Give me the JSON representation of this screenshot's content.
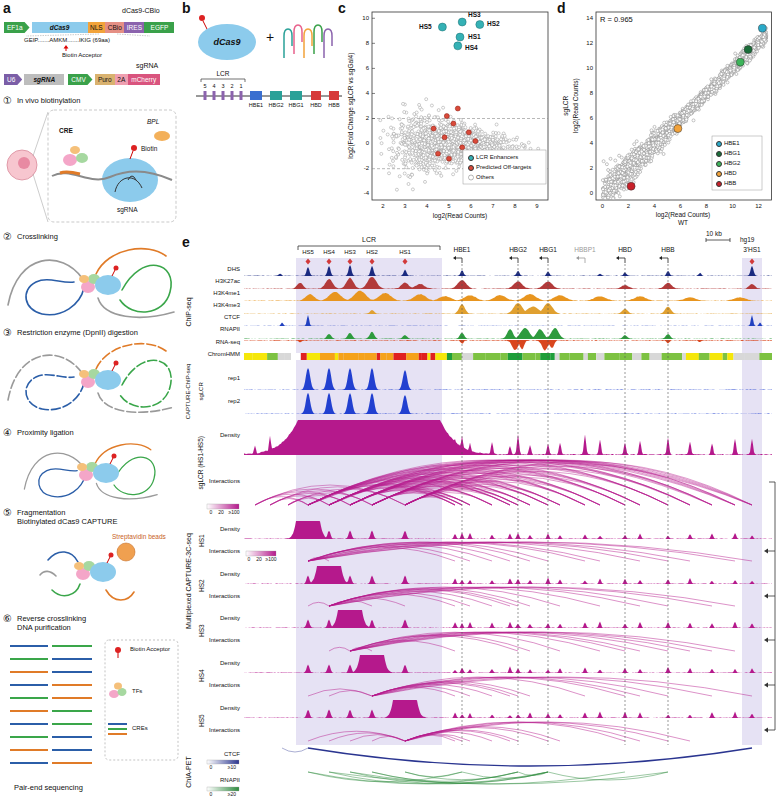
{
  "diagram": {
    "nodes": [
      {
        "text": [
          "EF1a"
        ]
      },
      {
        "text": [
          "dCas9"
        ]
      },
      {
        "text": [
          "NLS"
        ]
      },
      {
        "text": [
          "CBio"
        ]
      },
      {
        "text": [
          "IRES"
        ]
      },
      {
        "text": [
          "EGFP"
        ]
      },
      {
        "text": [
          "U6"
        ]
      },
      {
        "text": [
          "sgRNA"
        ]
      },
      {
        "text": [
          "CMV"
        ]
      },
      {
        "text": [
          "Puro"
        ]
      },
      {
        "text": [
          "2A"
        ]
      },
      {
        "text": [
          "mCherry"
        ]
      },
      {
        "text": [
          "dCas9"
        ]
      }
    ],
    "labels": [
      "a",
      "dCas9-CBio",
      "GEIP.......AMKM.......IKIG (69aa)",
      "Biotin Acceptor",
      "sgRNA",
      "①",
      "In vivo biotinylation",
      "CRE",
      "BPL",
      "Biotin",
      "sgRNA",
      "②",
      "Crosslinking",
      "③",
      "Restriction enzyme (DpnII) digestion",
      "④",
      "Proximity ligation",
      "⑤",
      "Fragmentation",
      "Biotinylated dCas9 CAPTURE",
      "Streptavidin beads",
      "⑥",
      "Reverse crosslinking",
      "DNA purification",
      "Pair-end sequencing",
      "b",
      "+",
      "LCR",
      "5",
      "4",
      "3",
      "2",
      "1",
      "HBE1",
      "HBG2",
      "HBG1",
      "HBD",
      "HBB",
      "c",
      "log2(Fold Change sgLCR vs sgGal4)",
      "10",
      "8",
      "6",
      "4",
      "2",
      "0",
      "-2",
      "-4",
      "2",
      "3",
      "4",
      "5",
      "6",
      "7",
      "8",
      "9",
      "log2(Read Counts)",
      "HS5",
      "HS3",
      "HS2",
      "HS1",
      "HS4",
      "d",
      "R = 0.965",
      "sgLCR",
      "log2(Read Counts)",
      "0",
      "2",
      "4",
      "6",
      "8",
      "10",
      "12",
      "14",
      "0",
      "2",
      "4",
      "6",
      "8",
      "10",
      "12",
      "log2(Read Counts)",
      "WT",
      "e",
      "10 kb",
      "hg19",
      "LCR",
      "HS5",
      "HS4",
      "HS3",
      "HS2",
      "HS1",
      "HBE1",
      "HBG2",
      "HBG1",
      "HBBP1",
      "HBD",
      "HBB",
      "3'HS1",
      "ChIP-seq",
      "DHS",
      "H3K27ac",
      "H3K4me1",
      "H3K4me3",
      "CTCF",
      "RNAPII",
      "RNA-seq",
      "ChromHMM",
      "CAPTURE-ChIP-seq",
      "sgLCR",
      "rep1",
      "rep2",
      "Multiplexed CAPTURE-3C-seq",
      "sgLCR (HS1-HS5)",
      "Density",
      "Interactions",
      "0",
      "20",
      "≥100",
      "HS1",
      "Density",
      "Interactions",
      "0",
      "20",
      "≥100",
      "HS2",
      "Density",
      "Interactions",
      "HS3",
      "Density",
      "Interactions",
      "HS4",
      "Density",
      "Interactions",
      "HS5",
      "Density",
      "Interactions",
      "ChIA-PET",
      "CTCF",
      "0",
      "≥10",
      "RNAPII",
      "0",
      "≥20"
    ],
    "legend": [
      {
        "text": "Biotin Acceptor"
      },
      {
        "text": "TFs"
      },
      {
        "text": "CREs"
      },
      {
        "text": "LCR Enhancers",
        "color": "#35b1b5"
      },
      {
        "text": "Predicted Off-targets",
        "color": "#d94a3a"
      },
      {
        "text": "Others"
      },
      {
        "text": "HBE1",
        "color": "#2aa9c8"
      },
      {
        "text": "HBG1",
        "color": "#1b6e3a"
      },
      {
        "text": "HBG2",
        "color": "#3db45a"
      },
      {
        "text": "HBD",
        "color": "#f2a23a"
      },
      {
        "text": "HBB",
        "color": "#c8202a"
      }
    ]
  }
}
